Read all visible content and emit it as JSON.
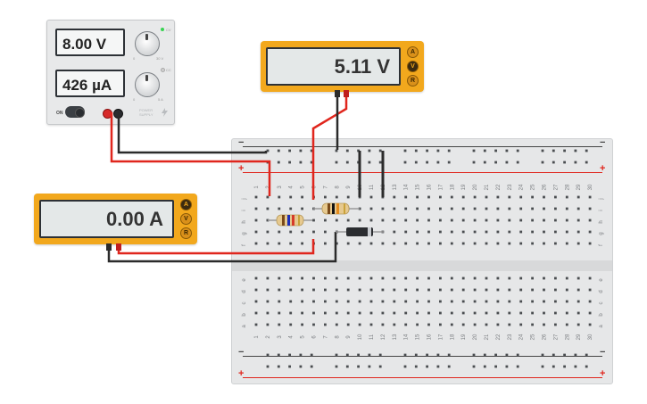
{
  "power_supply": {
    "voltage_display": "8.00 V",
    "current_display": "426 µA",
    "on_label": "ON",
    "voltage_knob_min": "0",
    "voltage_knob_max": "30 V",
    "current_knob_min": "0",
    "current_knob_max": "5 A",
    "cv_label": "CV",
    "cc_label": "CC",
    "cv_led_color": "#39d353",
    "cc_led_color": "#c9c9c9",
    "brand_line1": "POWER",
    "brand_line2": "SUPPLY"
  },
  "voltmeter": {
    "display": "5.11 V",
    "buttons": [
      "A",
      "V",
      "R"
    ],
    "active_mode": "V"
  },
  "ammeter": {
    "display": "0.00 A",
    "buttons": [
      "A",
      "V",
      "R"
    ],
    "active_mode": "A"
  },
  "breadboard": {
    "columns": 30,
    "top_row_letters": [
      "j",
      "i",
      "h",
      "g",
      "f"
    ],
    "bottom_row_letters": [
      "e",
      "d",
      "c",
      "b",
      "a"
    ],
    "minus_sign": "−",
    "plus_sign": "+"
  },
  "colors": {
    "meter_body": "#f2a81d",
    "wire_red": "#e0261d",
    "wire_black": "#2b2b2b",
    "rail_red": "#e0261d",
    "rail_blue": "#2b2b2b"
  },
  "icons": {
    "power_toggle": "toggle-switch-icon",
    "lightning": "lightning-icon"
  }
}
